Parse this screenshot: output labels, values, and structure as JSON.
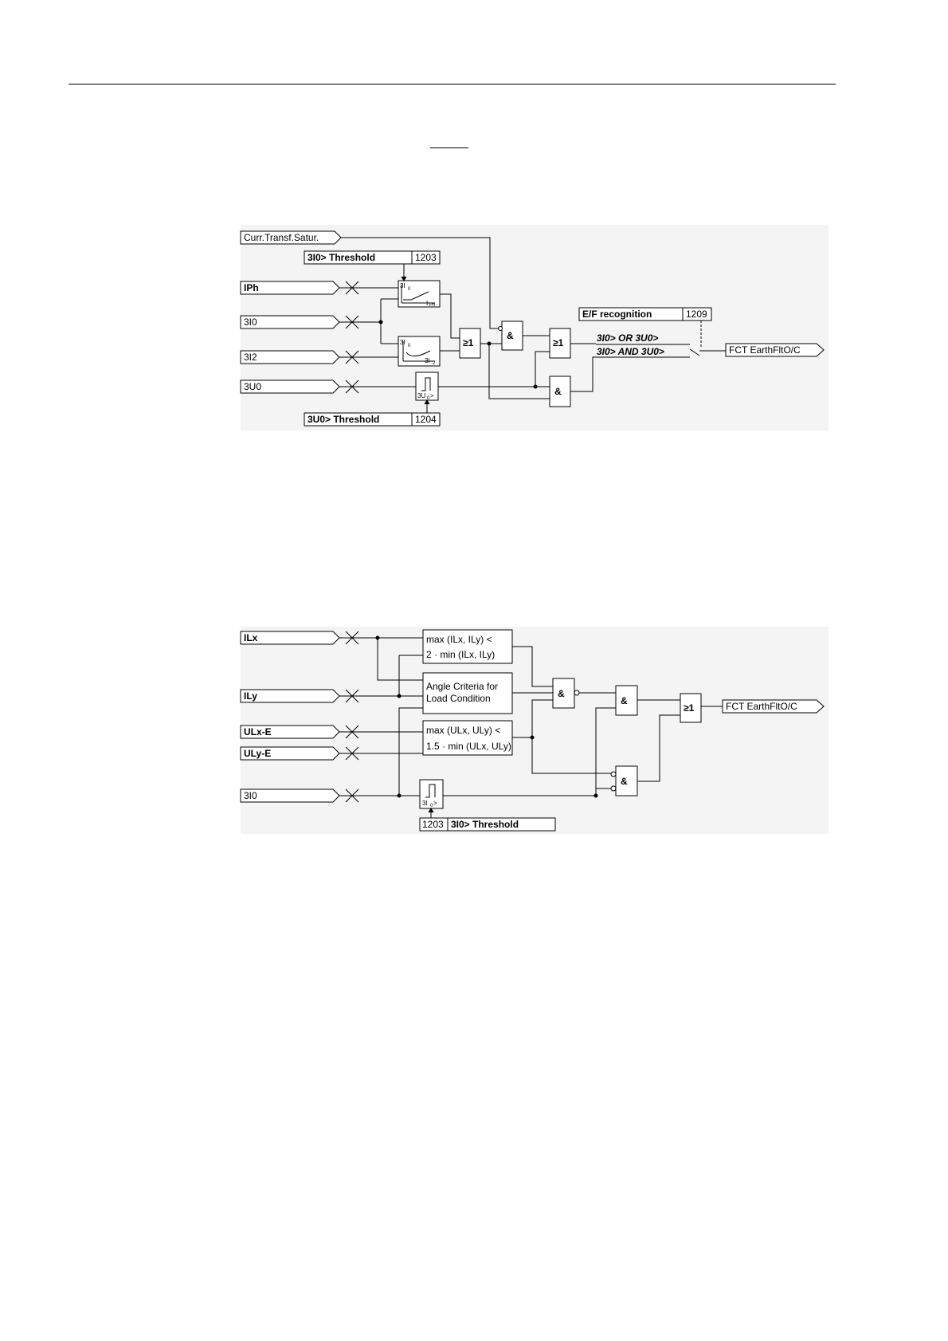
{
  "diagram1": {
    "inputs": {
      "ct_saturation": "Curr.Transf.Satur.",
      "iph": "IPh",
      "i0": "3I0",
      "i2": "3I2",
      "u0": "3U0"
    },
    "settings": {
      "i0_threshold": {
        "label": "3I0> Threshold",
        "number": "1203"
      },
      "u0_threshold": {
        "label": "3U0> Threshold",
        "number": "1204"
      },
      "ef_recognition": {
        "label": "E/F recognition",
        "number": "1209"
      }
    },
    "options": {
      "or_mode": "3I0> OR 3U0>",
      "and_mode": "3I0> AND 3U0>"
    },
    "gates": {
      "or1": "≥1",
      "and1": "&",
      "or2": "≥1",
      "and2": "&"
    },
    "output": "FCT EarthFltO/C"
  },
  "diagram2": {
    "inputs": {
      "ilx": "ILx",
      "ily": "ILy",
      "ulx": "ULx-E",
      "uly": "ULy-E",
      "i0": "3I0"
    },
    "blocks": {
      "current_ratio_line1": "max (ILx, ILy) <",
      "current_ratio_line2": "2 · min (ILx, ILy)",
      "angle_line1": "Angle Criteria for",
      "angle_line2": "Load Condition",
      "voltage_ratio_line1": "max (ULx, ULy) <",
      "voltage_ratio_line2": "1.5 · min (ULx, ULy)"
    },
    "settings": {
      "i0_threshold": {
        "label": "3I0> Threshold",
        "number": "1203"
      }
    },
    "gates": {
      "and1": "&",
      "and2": "&",
      "and3": "&",
      "or1": "≥1"
    },
    "output": "FCT EarthFltO/C"
  }
}
